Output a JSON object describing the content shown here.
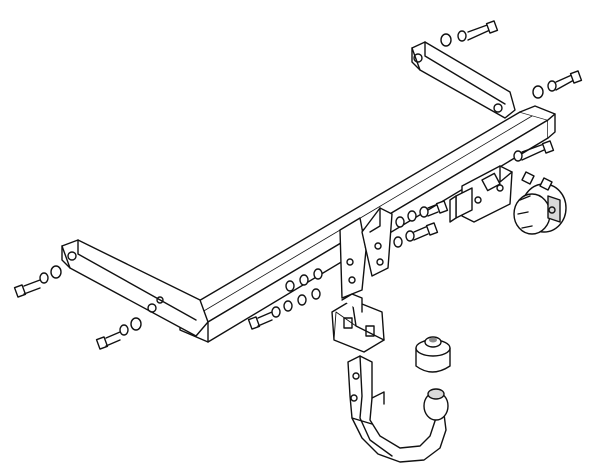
{
  "diagram": {
    "colors": {
      "line": "#111111",
      "fill": "#ffffff",
      "shade": "#8a8a8a",
      "light": "#d9d9d9"
    },
    "parts": [
      {
        "id": "crossbar",
        "icon": "tow-bar-crossbeam-icon"
      },
      {
        "id": "bracket-right",
        "icon": "mounting-bracket-icon"
      },
      {
        "id": "bracket-left",
        "icon": "mounting-bracket-icon"
      },
      {
        "id": "center-mount",
        "icon": "receiver-plate-icon"
      },
      {
        "id": "socket-plate",
        "icon": "socket-plate-icon"
      },
      {
        "id": "electrical-socket",
        "icon": "electrical-socket-icon"
      },
      {
        "id": "receiver-block",
        "icon": "receiver-block-icon"
      },
      {
        "id": "tow-ball-arm",
        "icon": "tow-ball-neck-icon"
      },
      {
        "id": "ball-cover",
        "icon": "tow-ball-cap-icon"
      },
      {
        "id": "bolts-and-washers",
        "icon": "bolt-washer-nut-icon"
      }
    ]
  }
}
